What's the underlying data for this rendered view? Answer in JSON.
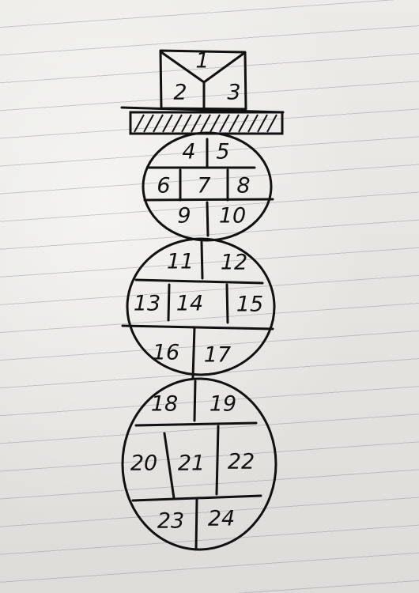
{
  "sections": [
    {
      "id": "1",
      "label": "1"
    },
    {
      "id": "2",
      "label": "2"
    },
    {
      "id": "3",
      "label": "3"
    },
    {
      "id": "4",
      "label": "4"
    },
    {
      "id": "5",
      "label": "5"
    },
    {
      "id": "6",
      "label": "6"
    },
    {
      "id": "7",
      "label": "7"
    },
    {
      "id": "8",
      "label": "8"
    },
    {
      "id": "9",
      "label": "9"
    },
    {
      "id": "10",
      "label": "10"
    },
    {
      "id": "11",
      "label": "11"
    },
    {
      "id": "12",
      "label": "12"
    },
    {
      "id": "13",
      "label": "13"
    },
    {
      "id": "14",
      "label": "14"
    },
    {
      "id": "15",
      "label": "15"
    },
    {
      "id": "16",
      "label": "16"
    },
    {
      "id": "17",
      "label": "17"
    },
    {
      "id": "18",
      "label": "18"
    },
    {
      "id": "19",
      "label": "19"
    },
    {
      "id": "20",
      "label": "20"
    },
    {
      "id": "21",
      "label": "21"
    },
    {
      "id": "22",
      "label": "22"
    },
    {
      "id": "23",
      "label": "23"
    },
    {
      "id": "24",
      "label": "24"
    }
  ],
  "colors": {
    "ink": "#111111",
    "paper": "#e9e7e3",
    "rule": "#7a7a86"
  }
}
